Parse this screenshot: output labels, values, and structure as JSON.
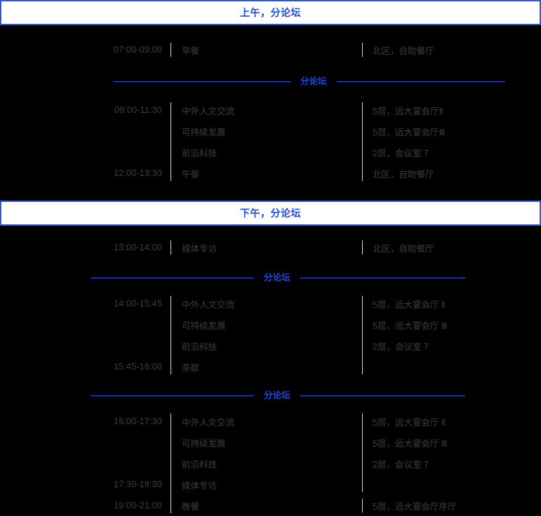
{
  "sections": [
    {
      "header": "上午，分论坛",
      "blocks": [
        {
          "kind": "single",
          "rows": [
            {
              "time": "07:00-09:00",
              "title": "早餐",
              "place": "北区，自助餐厅"
            }
          ]
        },
        {
          "kind": "divider",
          "label": "分论坛",
          "left_start": 162,
          "left_end": 414,
          "right_start": 470,
          "right_end": 710
        },
        {
          "kind": "group",
          "rows": [
            {
              "time": "09:00-11:30",
              "title": "中外人文交流",
              "place": "5层，远大宴会厅Ⅱ"
            },
            {
              "time": "",
              "title": "可持续发展",
              "place": "5层，远大宴会厅Ⅲ"
            },
            {
              "time": "",
              "title": "前沿科技",
              "place": "2层，会议室 7"
            },
            {
              "time": "12:00-13:30",
              "title": "午餐",
              "place": "北区，自助餐厅"
            }
          ]
        }
      ]
    },
    {
      "header": "下午，分论坛",
      "blocks": [
        {
          "kind": "single",
          "rows": [
            {
              "time": "13:00-14:00",
              "title": "媒体专访",
              "place": "北区，自助餐厅"
            }
          ]
        },
        {
          "kind": "divider",
          "label": "分论坛",
          "left_start": 130,
          "left_end": 362,
          "right_start": 448,
          "right_end": 683
        },
        {
          "kind": "group",
          "rows": [
            {
              "time": "14:00-15:45",
              "title": "中外人文交流",
              "place": "5层，远大宴会厅 Ⅱ"
            },
            {
              "time": "",
              "title": "可持续发展",
              "place": "5层，远大宴会厅 Ⅲ"
            },
            {
              "time": "",
              "title": "前沿科技",
              "place": "2层，会议室 7"
            },
            {
              "time": "15:45-16:00",
              "title": "茶歇",
              "place": ""
            }
          ]
        },
        {
          "kind": "divider",
          "label": "分论坛",
          "left_start": 130,
          "left_end": 362,
          "right_start": 448,
          "right_end": 683
        },
        {
          "kind": "group",
          "rows": [
            {
              "time": "16:00-17:30",
              "title": "中外人文交流",
              "place": "5层，远大宴会厅 Ⅱ"
            },
            {
              "time": "",
              "title": "可持续发展",
              "place": "5层，远大宴会厅 Ⅲ"
            },
            {
              "time": "",
              "title": "前沿科技",
              "place": "2层，会议室 7"
            },
            {
              "time": "17:30-18:30",
              "title": "媒体专访",
              "place": ""
            },
            {
              "time": "19:00-21:00",
              "title": "晚餐",
              "place": "5层，远大宴会厅序厅"
            }
          ]
        }
      ]
    }
  ],
  "colors": {
    "background": "#000000",
    "header_bg": "#ffffff",
    "accent_blue": "#1a4ae0",
    "border_blue": "#2a55e5",
    "text_gray": "#3d3d3d",
    "separator_gray": "#d8d8d8"
  }
}
